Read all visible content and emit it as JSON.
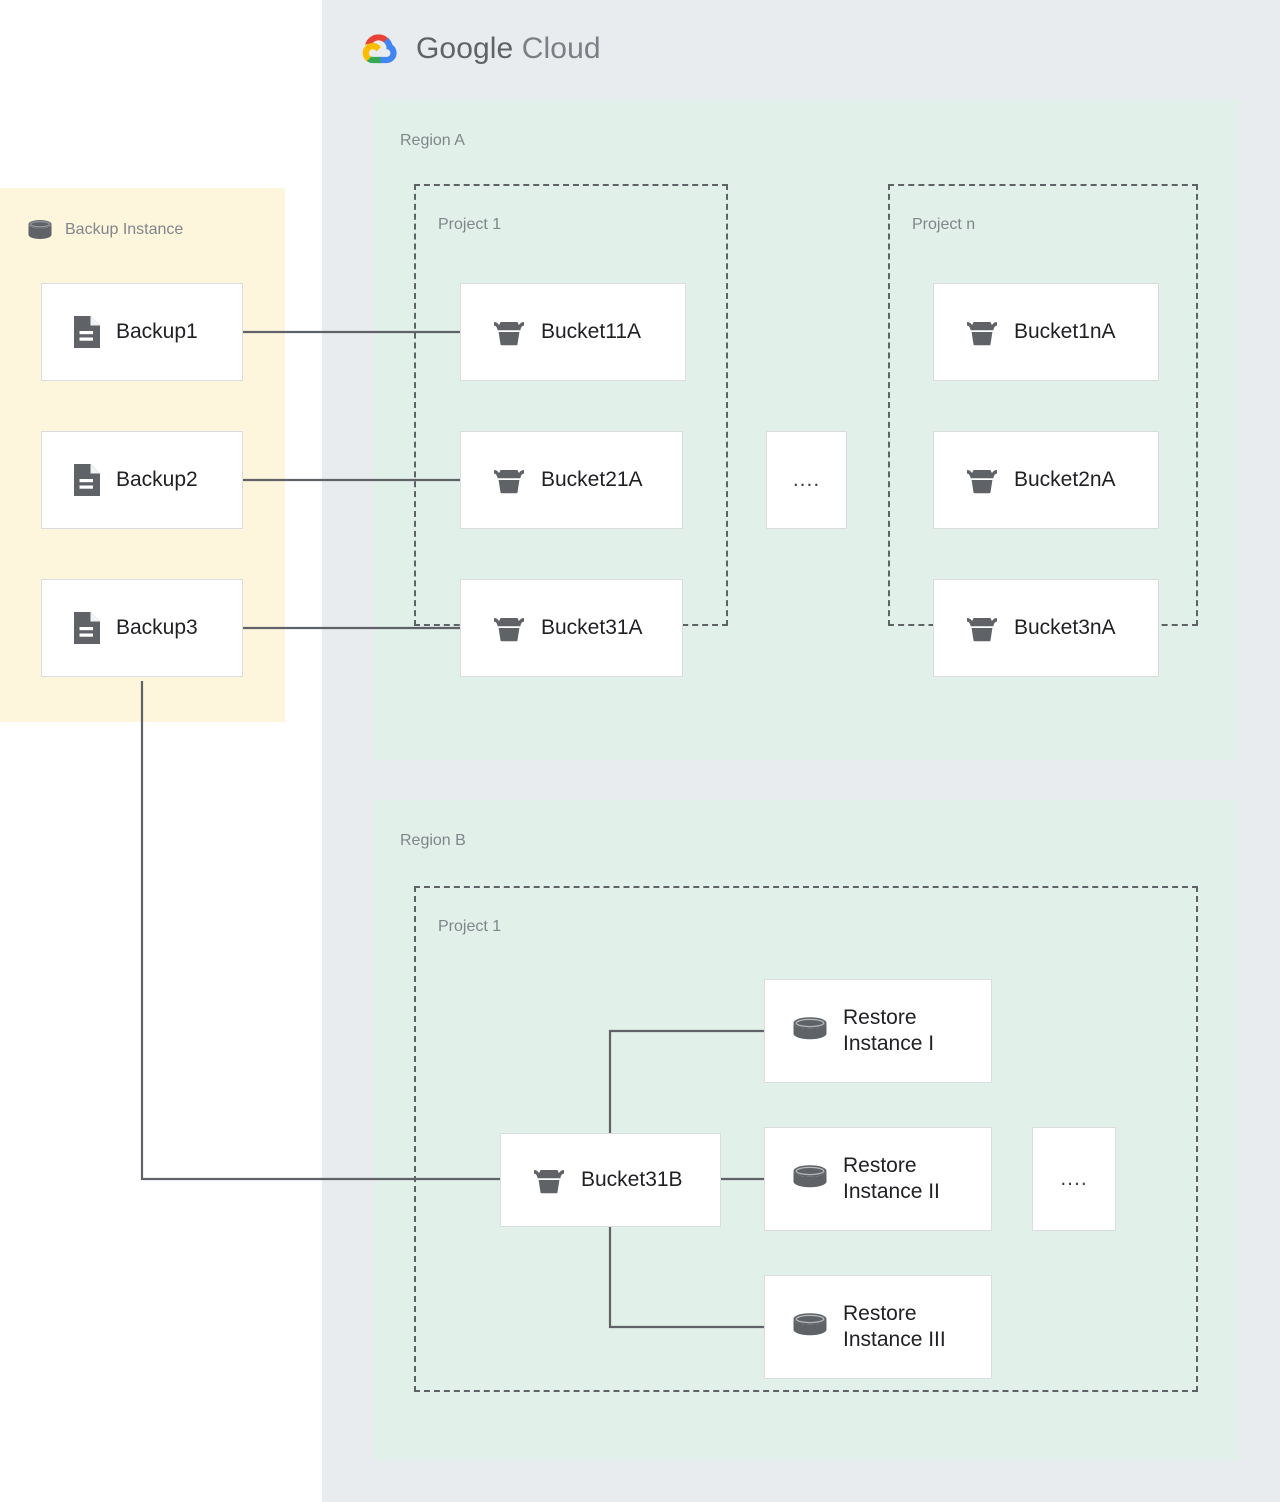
{
  "brand": {
    "name_part1": "Google",
    "name_part2": "Cloud",
    "logo_icon": "google-cloud-logo-icon",
    "colors": {
      "red": "#ea4335",
      "yellow": "#fbbc04",
      "green": "#34a853",
      "blue": "#4285f4",
      "panel_bg": "#e9ecee",
      "region_bg": "#e1f0e8",
      "backup_bg": "#fdf6dd",
      "node_bg": "#ffffff",
      "node_border": "#dadce0",
      "icon_gray": "#5f6368",
      "label_gray": "#80868b",
      "wire": "#5f6368"
    }
  },
  "backup_panel": {
    "title": "Backup Instance",
    "title_icon": "database-cylinder-icon",
    "items": [
      {
        "label": "Backup1",
        "icon": "document-icon"
      },
      {
        "label": "Backup2",
        "icon": "document-icon"
      },
      {
        "label": "Backup3",
        "icon": "document-icon"
      }
    ]
  },
  "regions": [
    {
      "label": "Region A",
      "projects": [
        {
          "label": "Project 1",
          "items": [
            {
              "label": "Bucket11A",
              "icon": "storage-bucket-icon"
            },
            {
              "label": "Bucket21A",
              "icon": "storage-bucket-icon"
            },
            {
              "label": "Bucket31A",
              "icon": "storage-bucket-icon"
            }
          ]
        },
        {
          "label": "Project n",
          "items": [
            {
              "label": "Bucket1nA",
              "icon": "storage-bucket-icon"
            },
            {
              "label": "Bucket2nA",
              "icon": "storage-bucket-icon"
            },
            {
              "label": "Bucket3nA",
              "icon": "storage-bucket-icon"
            }
          ]
        }
      ],
      "ellipsis": "...."
    },
    {
      "label": "Region B",
      "projects": [
        {
          "label": "Project 1",
          "items": [
            {
              "label": "Bucket31B",
              "icon": "storage-bucket-icon"
            },
            {
              "label": "Restore\nInstance I",
              "icon": "database-cylinder-icon"
            },
            {
              "label": "Restore\nInstance II",
              "icon": "database-cylinder-icon"
            },
            {
              "label": "Restore\nInstance III",
              "icon": "database-cylinder-icon"
            }
          ]
        }
      ],
      "ellipsis": "...."
    }
  ],
  "connections": [
    {
      "from": "Backup1",
      "to": "Bucket11A"
    },
    {
      "from": "Backup2",
      "to": "Bucket21A"
    },
    {
      "from": "Backup3",
      "to": "Bucket31A"
    },
    {
      "from": "Backup3",
      "to": "Bucket31B"
    },
    {
      "from": "Bucket31B",
      "to": "Restore Instance I"
    },
    {
      "from": "Bucket31B",
      "to": "Restore Instance II"
    },
    {
      "from": "Bucket31B",
      "to": "Restore Instance III"
    }
  ]
}
